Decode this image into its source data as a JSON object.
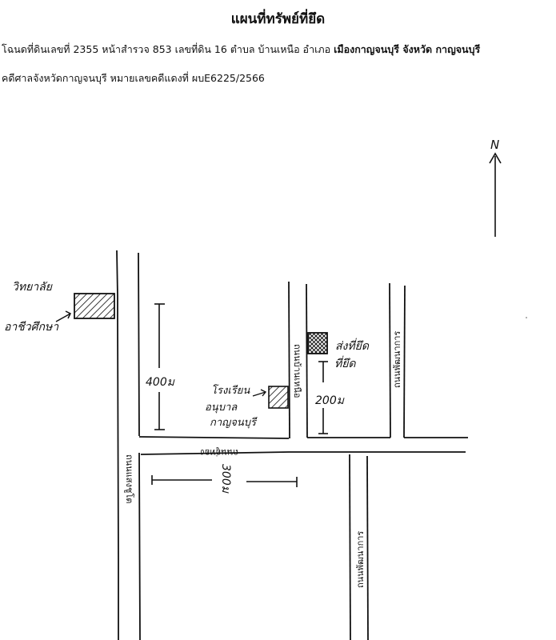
{
  "header": {
    "title": "แผนที่ทรัพย์ที่ยึด",
    "deed_prefix": "โฉนดที่ดินเลขที่ 2355 หน้าสำรวจ 853 เลขที่ดิน 16 ตำบล  บ้านเหนือ อำเภอ ",
    "district_bold": "เมืองกาญจนบุรี",
    "province_label": " จังหวัด ",
    "province_bold": " กาญจนบุรี",
    "court_line": "คดีศาลจังหวัดกาญจนบุรี  หมายเลขคดีแดงที่ ผบE6225/2566"
  },
  "map": {
    "north_label": "N",
    "college_label_1": "วิทยาลัย",
    "college_label_2": "อาชีวศึกษา",
    "kindergarten_label_1": "โรงเรียน",
    "kindergarten_label_2": "อนุบาล",
    "kindergarten_label_3": "กาญจนบุรี",
    "seized_label_1": "ส่งที่ยึด",
    "seized_label_2": "ที่ยึด",
    "dist_400": "400ม",
    "dist_200": "200ม",
    "dist_300": "300ม",
    "road_top_left": "ถนนอู่ทอง",
    "road_main_vertical": "ถนนแสงชูโต",
    "road_lane": "ถนนบ้านเหนือ",
    "road_right": "ถนนพัฒนาการ",
    "road_bottom_right": "ถนนพัฒนาการ"
  }
}
